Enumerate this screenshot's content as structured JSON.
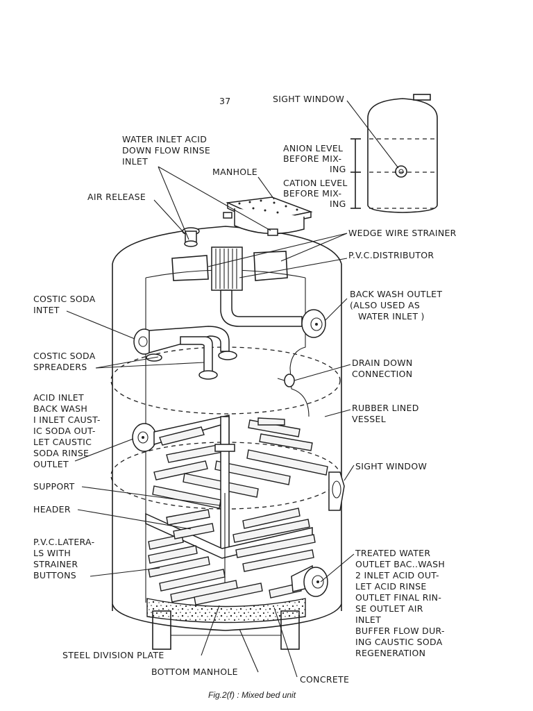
{
  "page_number": "37",
  "caption": "Fig.2(f) : Mixed bed unit",
  "inset": {
    "sight_window": "SIGHT WINDOW",
    "anion_level": [
      "ANION LEVEL",
      "BEFORE MIX-",
      "ING"
    ],
    "cation_level": [
      "CATION LEVEL",
      "BEFORE MIX-",
      "ING"
    ]
  },
  "labels_left": {
    "water_inlet": [
      "WATER INLET ACID",
      "DOWN FLOW RINSE",
      "INLET"
    ],
    "manhole": "MANHOLE",
    "air_release": "AIR RELEASE",
    "costic_soda_inlet": [
      "COSTIC SODA",
      "INTET"
    ],
    "costic_soda_spreaders": [
      "COSTIC SODA",
      "SPREADERS"
    ],
    "acid_inlet": [
      "ACID INLET",
      "BACK WASH",
      "I INLET CAUST-",
      "IC SODA OUT-",
      "LET CAUSTIC",
      "SODA RINSE",
      "OUTLET"
    ],
    "support": "SUPPORT",
    "header": "HEADER",
    "pvc_laterals": [
      "P.V.C.LATERA-",
      "LS WITH",
      "STRAINER",
      "BUTTONS"
    ],
    "steel_division_plate": "STEEL DIVISION PLATE",
    "bottom_manhole": "BOTTOM MANHOLE"
  },
  "labels_right": {
    "wedge_wire_strainer": "WEDGE WIRE STRAINER",
    "pvc_distributor": "P.V.C.DISTRIBUTOR",
    "back_wash_outlet": [
      "BACK WASH OUTLET",
      "(ALSO USED AS",
      "WATER INLET )"
    ],
    "drain_down": [
      "DRAIN DOWN",
      "CONNECTION"
    ],
    "rubber_lined": [
      "RUBBER LINED",
      "VESSEL"
    ],
    "sight_window": "SIGHT WINDOW",
    "treated_water": [
      "TREATED WATER",
      "OUTLET BAC..WASH",
      "2 INLET ACID OUT-",
      "LET ACID RINSE",
      "OUTLET FINAL RIN-",
      "SE OUTLET AIR",
      "INLET",
      "BUFFER FLOW DUR-",
      "ING CAUSTIC SODA",
      "REGENERATION"
    ],
    "concrete": "CONCRETE"
  }
}
